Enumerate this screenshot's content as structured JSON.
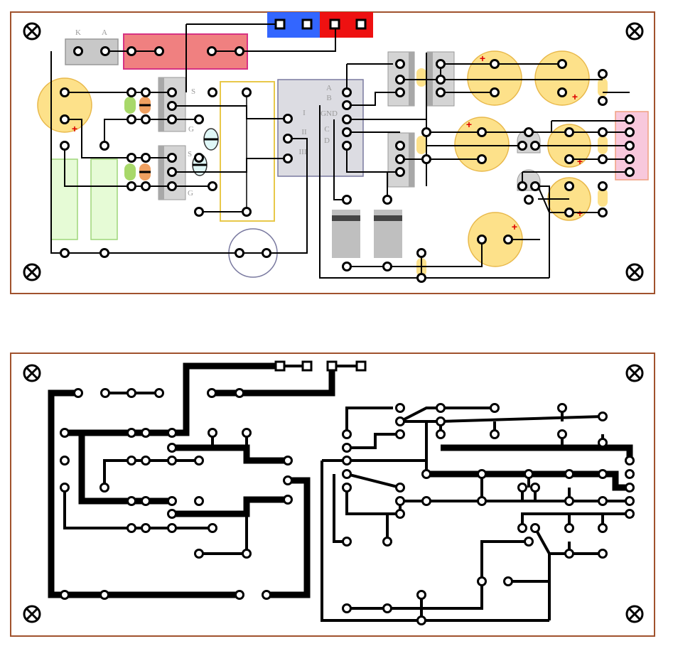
{
  "labels": {
    "diode_k": "K",
    "diode_a": "A",
    "t1_s": "S",
    "t1_g": "G",
    "t2_s": "S",
    "t2_g": "G",
    "ic_a": "A",
    "ic_b": "B",
    "ic_gnd": "GND",
    "ic_c": "C",
    "ic_d": "D",
    "ic_i": "I",
    "ic_ii": "II",
    "ic_iii": "III",
    "plus": "+"
  },
  "colors": {
    "board_border": "#a0522d",
    "trace": "#000000",
    "pad_fill": "#ffffff",
    "cap_fill": "#fde18a",
    "cap_border": "#e8b84a",
    "resistor_fill": "#f08080",
    "resistor_border": "#d63384",
    "connector_blue": "#3366ff",
    "connector_red": "#ee1111",
    "ic_fill": "#dcdce2",
    "ic_border": "#7a7aa0",
    "relay_border": "#e8c84a",
    "green_fill": "#e6fbd6",
    "green_border": "#9fd67a",
    "pink_fill": "#f8c8dc",
    "pink_border": "#f0a080",
    "gray_part": "#bfbfbf",
    "plus_mark": "#dd0000"
  }
}
